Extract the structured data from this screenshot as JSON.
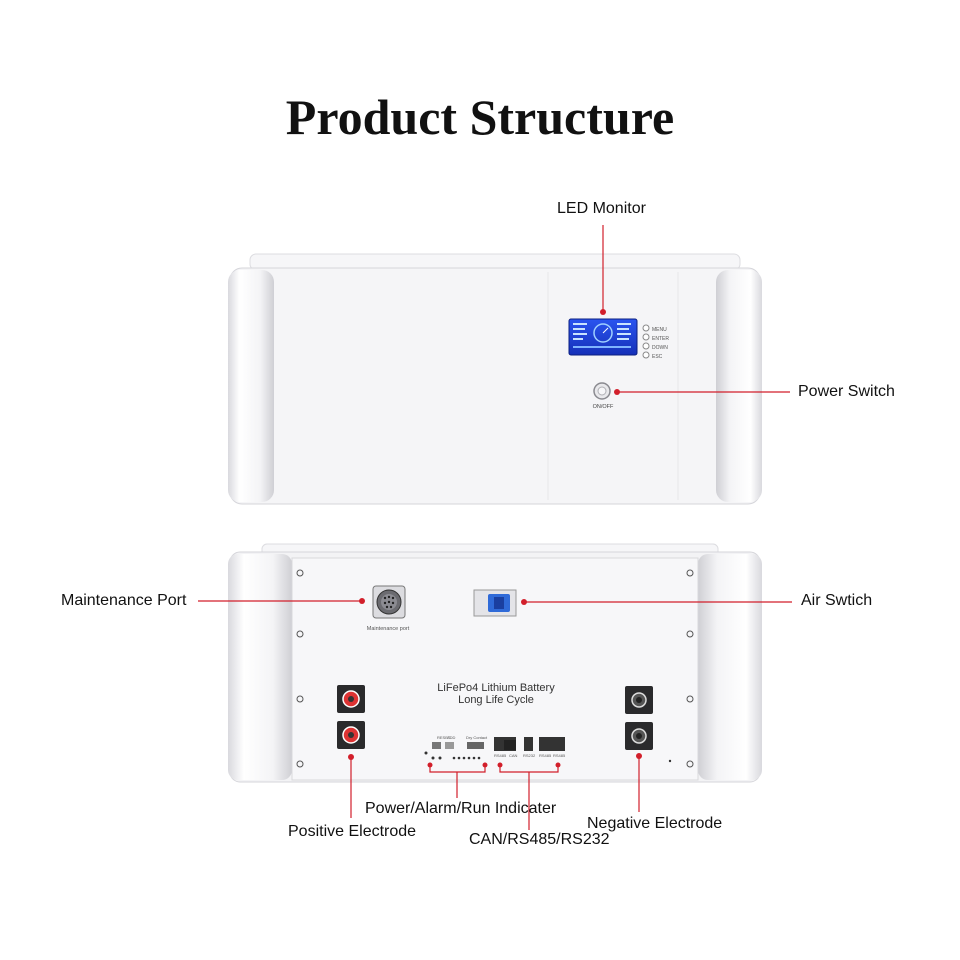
{
  "title": "Product Structure",
  "front_unit": {
    "labels": {
      "led_monitor": "LED Monitor",
      "power_switch": "Power Switch"
    },
    "panel_buttons": [
      "MENU",
      "ENTER",
      "DOWN",
      "ESC"
    ],
    "switch_caption": "ON/OFF"
  },
  "rear_unit": {
    "labels": {
      "maintenance_port": "Maintenance Port",
      "air_switch": "Air Swtich",
      "positive_electrode": "Positive Electrode",
      "indicator": "Power/Alarm/Run Indicater",
      "negative_electrode": "Negative Electrode",
      "comm_ports": "CAN/RS485/RS232"
    },
    "port_caption": "Maintenance port",
    "battery_text_line1": "LiFePo4 Lithium Battery",
    "battery_text_line2": "Long Life Cycle",
    "small_labels": {
      "reset": "RESET",
      "addr": "ADD",
      "dry_contact": "Dry Contact",
      "can": "CAN",
      "rs485": "RS485",
      "rs232": "RS232",
      "rs485b": "RS485",
      "rs485c": "RS485"
    }
  },
  "colors": {
    "callout": "#d21f2b",
    "screen": "#1a3fd0",
    "casing": "#f3f3f5"
  }
}
